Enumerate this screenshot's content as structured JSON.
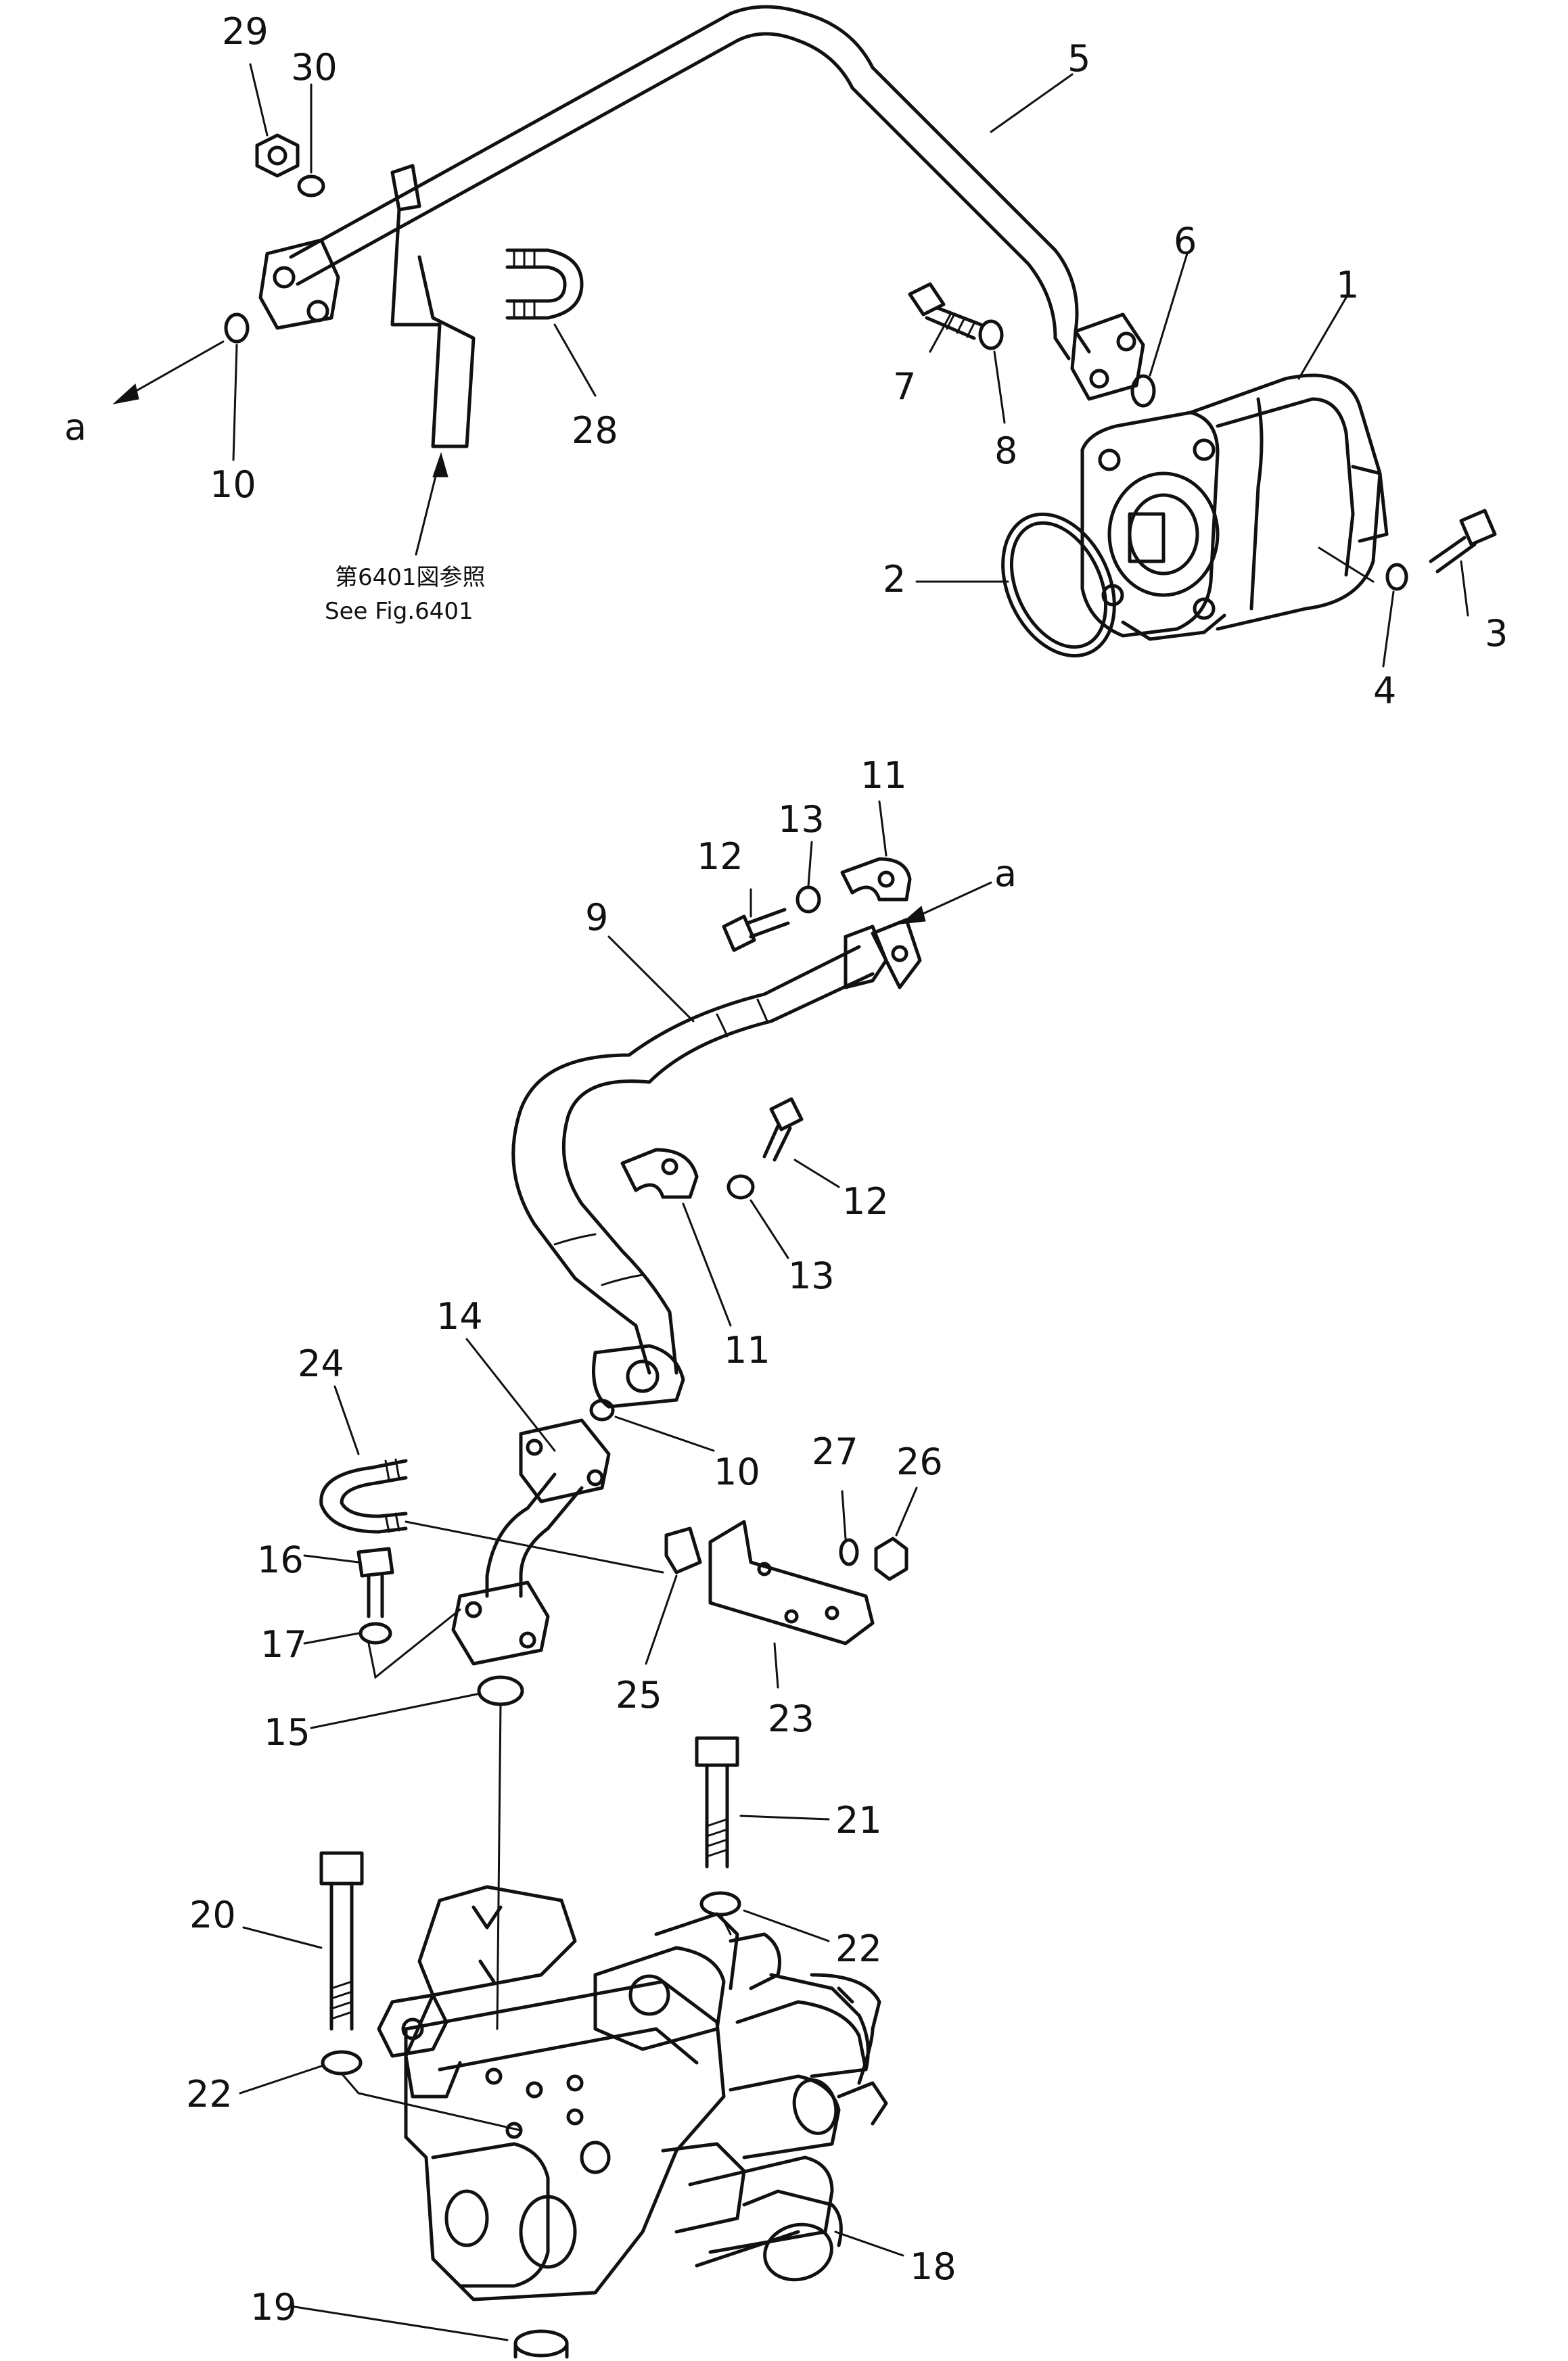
{
  "callouts": {
    "c1": "1",
    "c2": "2",
    "c3": "3",
    "c4": "4",
    "c5": "5",
    "c6": "6",
    "c7": "7",
    "c8": "8",
    "c9": "9",
    "c10a": "10",
    "c10b": "10",
    "c11a": "11",
    "c11b": "11",
    "c12a": "12",
    "c12b": "12",
    "c13a": "13",
    "c13b": "13",
    "c14": "14",
    "c15": "15",
    "c16": "16",
    "c17": "17",
    "c18": "18",
    "c19": "19",
    "c20": "20",
    "c21": "21",
    "c22a": "22",
    "c22b": "22",
    "c23": "23",
    "c24": "24",
    "c25": "25",
    "c26": "26",
    "c27": "27",
    "c28": "28",
    "c29": "29",
    "c30": "30",
    "aTop": "a",
    "aMid": "a"
  },
  "reference": {
    "jp": "第6401図参照",
    "en": "See Fig.6401"
  },
  "colors": {
    "ink": "#111111",
    "paper": "#ffffff"
  }
}
